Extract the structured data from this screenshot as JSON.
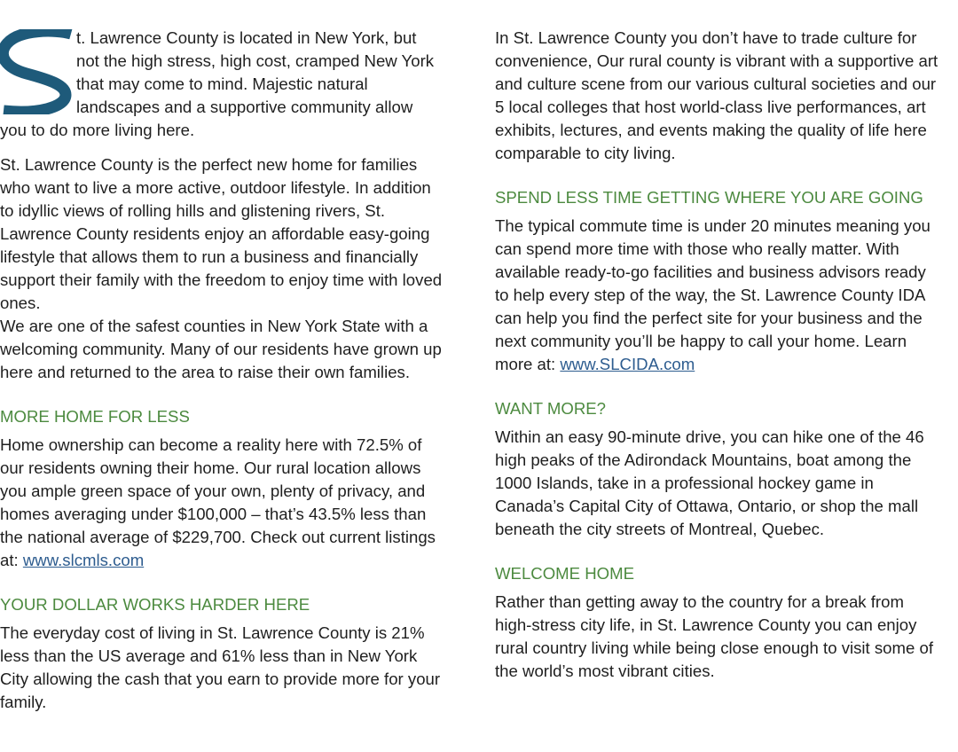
{
  "dropcap": {
    "letter": "S",
    "color": "#1e5a7a",
    "icon": "dropcap-s-icon"
  },
  "left": {
    "intro": {
      "rest": "t. Lawrence County is located in New York, but not the high stress, high cost, cramped New York that may come to mind. Majestic natural landscapes and a supportive community allow you to do more living here."
    },
    "para2": "St. Lawrence County is the perfect new home for families who want to live a more active, outdoor lifestyle. In addition to idyllic views of rolling hills and glistening rivers, St. Lawrence County residents enjoy an affordable easy-going lifestyle that allows them to run a business and financially support their family with the freedom to enjoy time with loved ones.",
    "para3": "We are one of the safest counties in New York State with a welcoming community. Many of our residents have grown up here and returned to the area to raise their own families.",
    "sections": [
      {
        "heading": "More Home for Less",
        "body": "Home ownership can become a reality here with 72.5% of our residents owning their home. Our rural location allows you ample green space of your own, plenty of privacy, and homes averaging under $100,000 – that’s 43.5% less than the national average of $229,700. Check out current listings at: ",
        "link": "www.slcmls.com"
      },
      {
        "heading": "Your Dollar Works Harder Here",
        "body": "The everyday cost of living in St. Lawrence County is 21% less than the US average and 61% less than in New York City allowing the cash that you earn to provide more for your family."
      }
    ]
  },
  "right": {
    "para1": "In St. Lawrence County you don’t have to trade culture for convenience, Our rural county is vibrant with a supportive art and culture scene from our various cultural societies and our 5 local colleges that host world-class live performances, art exhibits, lectures, and events making the quality of life here comparable to city living.",
    "sections": [
      {
        "heading": "Spend Less Time Getting Where You Are Going",
        "body": "The typical commute time is under 20 minutes meaning you can spend more time with those who really matter. With available ready-to-go facilities and business advisors ready to help every step of the way, the St. Lawrence County IDA can help you find the perfect site for your business and the next community you’ll be happy to call your home. Learn more at: ",
        "link": "www.SLCIDA.com"
      },
      {
        "heading": "Want More?",
        "body": "Within an easy 90-minute drive, you can hike one of the 46 high peaks of the Adirondack Mountains, boat among the 1000 Islands, take in a professional hockey game in Canada’s Capital City of Ottawa, Ontario, or shop the mall beneath the city streets of Montreal, Quebec."
      },
      {
        "heading": "Welcome Home",
        "body": "Rather than getting away to the country for a break from high-stress city life, in St. Lawrence County you can enjoy rural country living while being close enough to visit some of the world’s most vibrant cities."
      }
    ]
  }
}
